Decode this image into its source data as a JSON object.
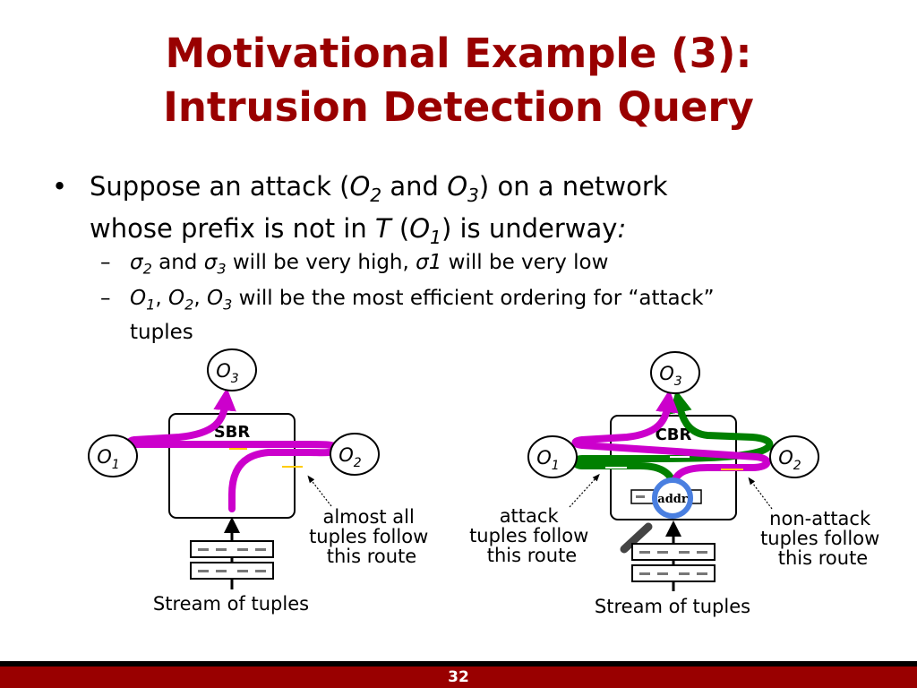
{
  "slide": {
    "title_line1": "Motivational Example (3):",
    "title_line2": "Intrusion Detection Query",
    "bullet_char": "•",
    "dash_char": "–",
    "page_number": "32"
  },
  "bullet1": {
    "t1": "Suppose an attack (",
    "o2": "O",
    "o2_sub": "2",
    "t2": " and ",
    "o3": "O",
    "o3_sub": "3",
    "t3": ") on a network",
    "t4": "whose prefix is not in ",
    "T": "T",
    "t5": " (",
    "o1": "O",
    "o1_sub": "1",
    "t6": ") is underway",
    "colon": ":"
  },
  "sub1": {
    "s2": "σ",
    "s2_sub": "2",
    "t1": " and ",
    "s3": "σ",
    "s3_sub": "3",
    "t2": " will be very high, ",
    "s1": "σ1",
    "t3": " will be very low"
  },
  "sub2": {
    "o1": "O",
    "o1_sub": "1",
    "c1": ", ",
    "o2": "O",
    "o2_sub": "2",
    "c2": ", ",
    "o3": "O",
    "o3_sub": "3",
    "t1": " will be the most efficient ordering for “attack”",
    "t2": "tuples"
  },
  "diagram_left": {
    "router_label": "SBR",
    "op1": "O",
    "op1_sub": "1",
    "op2": "O",
    "op2_sub": "2",
    "op3": "O",
    "op3_sub": "3",
    "note_line1": "almost all",
    "note_line2": "tuples follow",
    "note_line3": "this route",
    "stream_label": "Stream of tuples"
  },
  "diagram_right": {
    "router_label": "CBR",
    "op1": "O",
    "op1_sub": "1",
    "op2": "O",
    "op2_sub": "2",
    "op3": "O",
    "op3_sub": "3",
    "addr_label": "addr",
    "attack_line1": "attack",
    "attack_line2": "tuples follow",
    "attack_line3": "this route",
    "nonattack_line1": "non-attack",
    "nonattack_line2": "tuples follow",
    "nonattack_line3": "this route",
    "stream_label": "Stream of tuples"
  },
  "colors": {
    "title": "#990000",
    "magenta_route": "#cc00cc",
    "green_route": "#008000",
    "magnifier": "#4a7fe0",
    "footer": "#990000"
  }
}
